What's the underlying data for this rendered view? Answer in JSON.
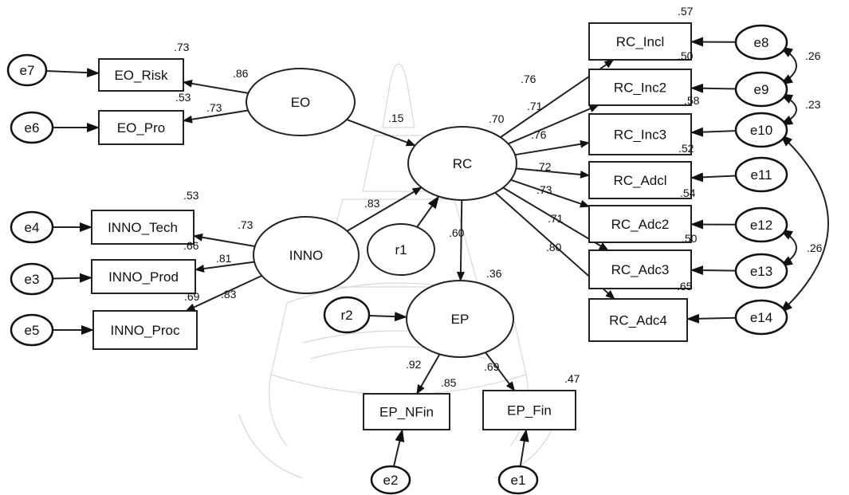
{
  "latent": [
    {
      "id": "EO",
      "label": "EO"
    },
    {
      "id": "RC",
      "label": "RC"
    },
    {
      "id": "INNO",
      "label": "INNO"
    },
    {
      "id": "EP",
      "label": "EP"
    }
  ],
  "observed": [
    {
      "id": "EO_Risk",
      "label": "EO_Risk",
      "r2": ".73"
    },
    {
      "id": "EO_Pro",
      "label": "EO_Pro",
      "r2": ".53"
    },
    {
      "id": "INNO_Tech",
      "label": "INNO_Tech",
      "r2": ".53"
    },
    {
      "id": "INNO_Prod",
      "label": "INNO_Prod",
      "r2": ".66"
    },
    {
      "id": "INNO_Proc",
      "label": "INNO_Proc",
      "r2": ".69"
    },
    {
      "id": "RC_Inc1",
      "label": "RC_Incl",
      "r2": ".57"
    },
    {
      "id": "RC_Inc2",
      "label": "RC_Inc2",
      "r2": ".50"
    },
    {
      "id": "RC_Inc3",
      "label": "RC_Inc3",
      "r2": ".58"
    },
    {
      "id": "RC_Adc1",
      "label": "RC_Adcl",
      "r2": ".52"
    },
    {
      "id": "RC_Adc2",
      "label": "RC_Adc2",
      "r2": ".54"
    },
    {
      "id": "RC_Adc3",
      "label": "RC_Adc3",
      "r2": ".50"
    },
    {
      "id": "RC_Adc4",
      "label": "RC_Adc4",
      "r2": ".65"
    },
    {
      "id": "EP_NFin",
      "label": "EP_NFin",
      "r2": ".85"
    },
    {
      "id": "EP_Fin",
      "label": "EP_Fin",
      "r2": ".47"
    }
  ],
  "errors": [
    {
      "id": "e1",
      "label": "e1"
    },
    {
      "id": "e2",
      "label": "e2"
    },
    {
      "id": "e3",
      "label": "e3"
    },
    {
      "id": "e4",
      "label": "e4"
    },
    {
      "id": "e5",
      "label": "e5"
    },
    {
      "id": "e6",
      "label": "e6"
    },
    {
      "id": "e7",
      "label": "e7"
    },
    {
      "id": "e8",
      "label": "e8"
    },
    {
      "id": "e9",
      "label": "e9"
    },
    {
      "id": "e10",
      "label": "e10"
    },
    {
      "id": "e11",
      "label": "e11"
    },
    {
      "id": "e12",
      "label": "e12"
    },
    {
      "id": "e13",
      "label": "e13"
    },
    {
      "id": "e14",
      "label": "e14"
    },
    {
      "id": "r1",
      "label": "r1"
    },
    {
      "id": "r2",
      "label": "r2"
    }
  ],
  "paths": [
    {
      "from": "EO",
      "to": "EO_Risk",
      "coef": ".86"
    },
    {
      "from": "EO",
      "to": "EO_Pro",
      "coef": ".73"
    },
    {
      "from": "EO",
      "to": "RC",
      "coef": ".15"
    },
    {
      "from": "INNO",
      "to": "RC",
      "coef": ".83"
    },
    {
      "from": "INNO",
      "to": "INNO_Tech",
      "coef": ".73"
    },
    {
      "from": "INNO",
      "to": "INNO_Prod",
      "coef": ".81"
    },
    {
      "from": "INNO",
      "to": "INNO_Proc",
      "coef": ".83"
    },
    {
      "from": "RC",
      "to": "EP",
      "coef": ".60"
    },
    {
      "from": "RC",
      "to": "RC_Inc1",
      "coef": ".76"
    },
    {
      "from": "RC",
      "to": "RC_Inc2",
      "coef": ".71"
    },
    {
      "from": "RC",
      "to": "RC_Inc3",
      "coef": ".76"
    },
    {
      "from": "RC",
      "to": "RC_Adc1",
      "coef": ".72"
    },
    {
      "from": "RC",
      "to": "RC_Adc2",
      "coef": ".73"
    },
    {
      "from": "RC",
      "to": "RC_Adc3",
      "coef": ".71"
    },
    {
      "from": "RC",
      "to": "RC_Adc4",
      "coef": ".80"
    },
    {
      "from": "EP",
      "to": "EP_NFin",
      "coef": ".92"
    },
    {
      "from": "EP",
      "to": "EP_Fin",
      "coef": ".69"
    }
  ],
  "error_paths": [
    {
      "from": "e7",
      "to": "EO_Risk"
    },
    {
      "from": "e6",
      "to": "EO_Pro"
    },
    {
      "from": "e4",
      "to": "INNO_Tech"
    },
    {
      "from": "e3",
      "to": "INNO_Prod"
    },
    {
      "from": "e5",
      "to": "INNO_Proc"
    },
    {
      "from": "e8",
      "to": "RC_Inc1"
    },
    {
      "from": "e9",
      "to": "RC_Inc2"
    },
    {
      "from": "e10",
      "to": "RC_Inc3"
    },
    {
      "from": "e11",
      "to": "RC_Adc1"
    },
    {
      "from": "e12",
      "to": "RC_Adc2"
    },
    {
      "from": "e13",
      "to": "RC_Adc3"
    },
    {
      "from": "e14",
      "to": "RC_Adc4"
    },
    {
      "from": "e2",
      "to": "EP_NFin"
    },
    {
      "from": "e1",
      "to": "EP_Fin"
    },
    {
      "from": "r1",
      "to": "RC"
    },
    {
      "from": "r2",
      "to": "EP"
    }
  ],
  "latent_r2": [
    {
      "node": "RC",
      "value": ".70"
    },
    {
      "node": "EP",
      "value": ".36"
    }
  ],
  "covariances": [
    {
      "a": "e8",
      "b": "e9",
      "coef": ".26"
    },
    {
      "a": "e9",
      "b": "e10",
      "coef": ".23"
    },
    {
      "a": "e12",
      "b": "e13",
      "coef": ".26"
    },
    {
      "a": "e10",
      "b": "e14",
      "coef": ""
    }
  ]
}
